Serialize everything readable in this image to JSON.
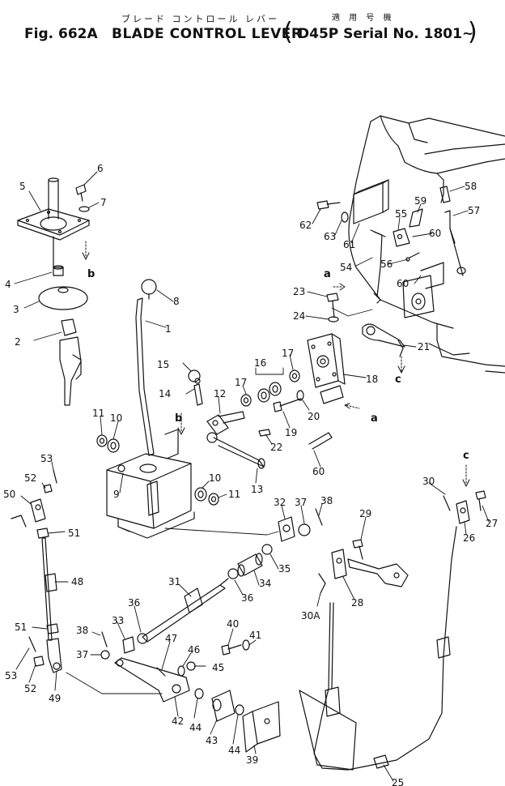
{
  "header": {
    "figure_number": "Fig. 662A",
    "title": "BLADE CONTROL LEVER",
    "title_jp": "ブレード コントロール レバー",
    "model_jp": "適 用 号 機",
    "model_serial": "D45P Serial No. 1801~",
    "paren_open": "(",
    "paren_close": ")"
  },
  "callouts": [
    {
      "id": "c1",
      "text": "1"
    },
    {
      "id": "c2",
      "text": "2"
    },
    {
      "id": "c3",
      "text": "3"
    },
    {
      "id": "c4",
      "text": "4"
    },
    {
      "id": "c5",
      "text": "5"
    },
    {
      "id": "c6",
      "text": "6"
    },
    {
      "id": "c7",
      "text": "7"
    },
    {
      "id": "c8",
      "text": "8"
    },
    {
      "id": "c9",
      "text": "9"
    },
    {
      "id": "c10a",
      "text": "10"
    },
    {
      "id": "c10b",
      "text": "10"
    },
    {
      "id": "c11a",
      "text": "11"
    },
    {
      "id": "c11b",
      "text": "11"
    },
    {
      "id": "c12",
      "text": "12"
    },
    {
      "id": "c13",
      "text": "13"
    },
    {
      "id": "c14",
      "text": "14"
    },
    {
      "id": "c15",
      "text": "15"
    },
    {
      "id": "c16",
      "text": "16"
    },
    {
      "id": "c17a",
      "text": "17"
    },
    {
      "id": "c17b",
      "text": "17"
    },
    {
      "id": "c18",
      "text": "18"
    },
    {
      "id": "c19",
      "text": "19"
    },
    {
      "id": "c20",
      "text": "20"
    },
    {
      "id": "c21",
      "text": "21"
    },
    {
      "id": "c22",
      "text": "22"
    },
    {
      "id": "c23",
      "text": "23"
    },
    {
      "id": "c24",
      "text": "24"
    },
    {
      "id": "c25",
      "text": "25"
    },
    {
      "id": "c26",
      "text": "26"
    },
    {
      "id": "c27",
      "text": "27"
    },
    {
      "id": "c28",
      "text": "28"
    },
    {
      "id": "c29",
      "text": "29"
    },
    {
      "id": "c30",
      "text": "30"
    },
    {
      "id": "c30a",
      "text": "30A"
    },
    {
      "id": "c31",
      "text": "31"
    },
    {
      "id": "c32",
      "text": "32"
    },
    {
      "id": "c33",
      "text": "33"
    },
    {
      "id": "c34",
      "text": "34"
    },
    {
      "id": "c35",
      "text": "35"
    },
    {
      "id": "c36a",
      "text": "36"
    },
    {
      "id": "c36b",
      "text": "36"
    },
    {
      "id": "c37a",
      "text": "37"
    },
    {
      "id": "c37b",
      "text": "37"
    },
    {
      "id": "c38a",
      "text": "38"
    },
    {
      "id": "c38b",
      "text": "38"
    },
    {
      "id": "c39",
      "text": "39"
    },
    {
      "id": "c40",
      "text": "40"
    },
    {
      "id": "c41",
      "text": "41"
    },
    {
      "id": "c42",
      "text": "42"
    },
    {
      "id": "c43",
      "text": "43"
    },
    {
      "id": "c44a",
      "text": "44"
    },
    {
      "id": "c44b",
      "text": "44"
    },
    {
      "id": "c45",
      "text": "45"
    },
    {
      "id": "c46",
      "text": "46"
    },
    {
      "id": "c47",
      "text": "47"
    },
    {
      "id": "c48",
      "text": "48"
    },
    {
      "id": "c49",
      "text": "49"
    },
    {
      "id": "c50",
      "text": "50"
    },
    {
      "id": "c51a",
      "text": "51"
    },
    {
      "id": "c51b",
      "text": "51"
    },
    {
      "id": "c52a",
      "text": "52"
    },
    {
      "id": "c52b",
      "text": "52"
    },
    {
      "id": "c53a",
      "text": "53"
    },
    {
      "id": "c53b",
      "text": "53"
    },
    {
      "id": "c54",
      "text": "54"
    },
    {
      "id": "c55",
      "text": "55"
    },
    {
      "id": "c56",
      "text": "56"
    },
    {
      "id": "c57",
      "text": "57"
    },
    {
      "id": "c58",
      "text": "58"
    },
    {
      "id": "c59",
      "text": "59"
    },
    {
      "id": "c60a",
      "text": "60"
    },
    {
      "id": "c60b",
      "text": "60"
    },
    {
      "id": "c60c",
      "text": "60"
    },
    {
      "id": "c61",
      "text": "61"
    },
    {
      "id": "c62",
      "text": "62"
    },
    {
      "id": "c63",
      "text": "63"
    }
  ],
  "reference_letters": [
    {
      "id": "la1",
      "text": "a"
    },
    {
      "id": "la2",
      "text": "a"
    },
    {
      "id": "lb1",
      "text": "b"
    },
    {
      "id": "lb2",
      "text": "b"
    },
    {
      "id": "lc1",
      "text": "c"
    },
    {
      "id": "lc2",
      "text": "c"
    }
  ]
}
